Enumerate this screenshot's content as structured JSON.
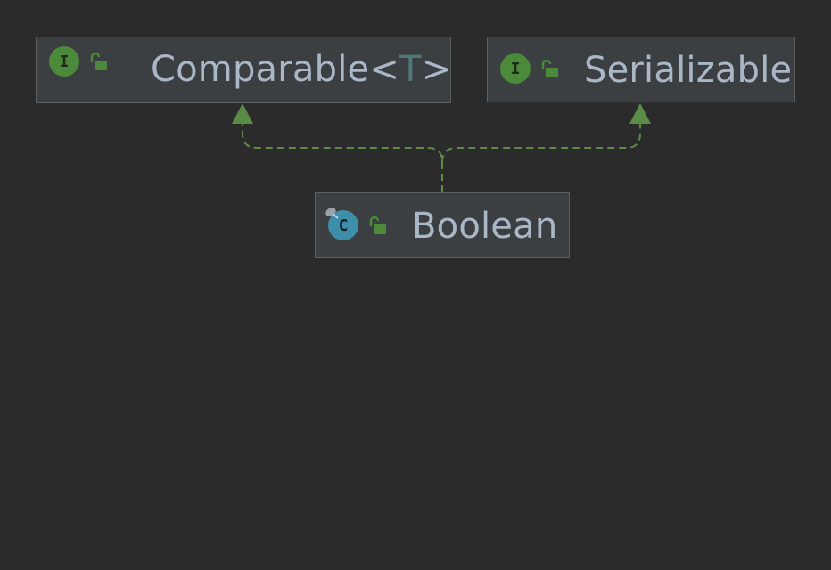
{
  "diagram": {
    "title": "",
    "nodes": {
      "comparable": {
        "kind": "interface",
        "badge_letter": "I",
        "name": "Comparable",
        "type_open": "<",
        "type_param": "T",
        "type_close": ">",
        "visibility_icon": "unlocked-padlock-icon"
      },
      "serializable": {
        "kind": "interface",
        "badge_letter": "I",
        "name": "Serializable",
        "visibility_icon": "unlocked-padlock-icon"
      },
      "boolean": {
        "kind": "class",
        "badge_letter": "C",
        "name": "Boolean",
        "visibility_icon": "unlocked-padlock-icon",
        "modifier_icon": "final-pin-icon"
      }
    },
    "edges": [
      {
        "from": "boolean",
        "to": "comparable",
        "relation": "implements",
        "style": "dashed"
      },
      {
        "from": "boolean",
        "to": "serializable",
        "relation": "implements",
        "style": "dashed"
      }
    ],
    "colors": {
      "background": "#2b2b2b",
      "node_fill": "#3c3f41",
      "node_border": "#5e6060",
      "text": "#a9b7c6",
      "type_param": "#507874",
      "edge": "#5b8c47",
      "interface_badge": "#4a8a3a",
      "class_badge": "#3d8ea8"
    }
  }
}
